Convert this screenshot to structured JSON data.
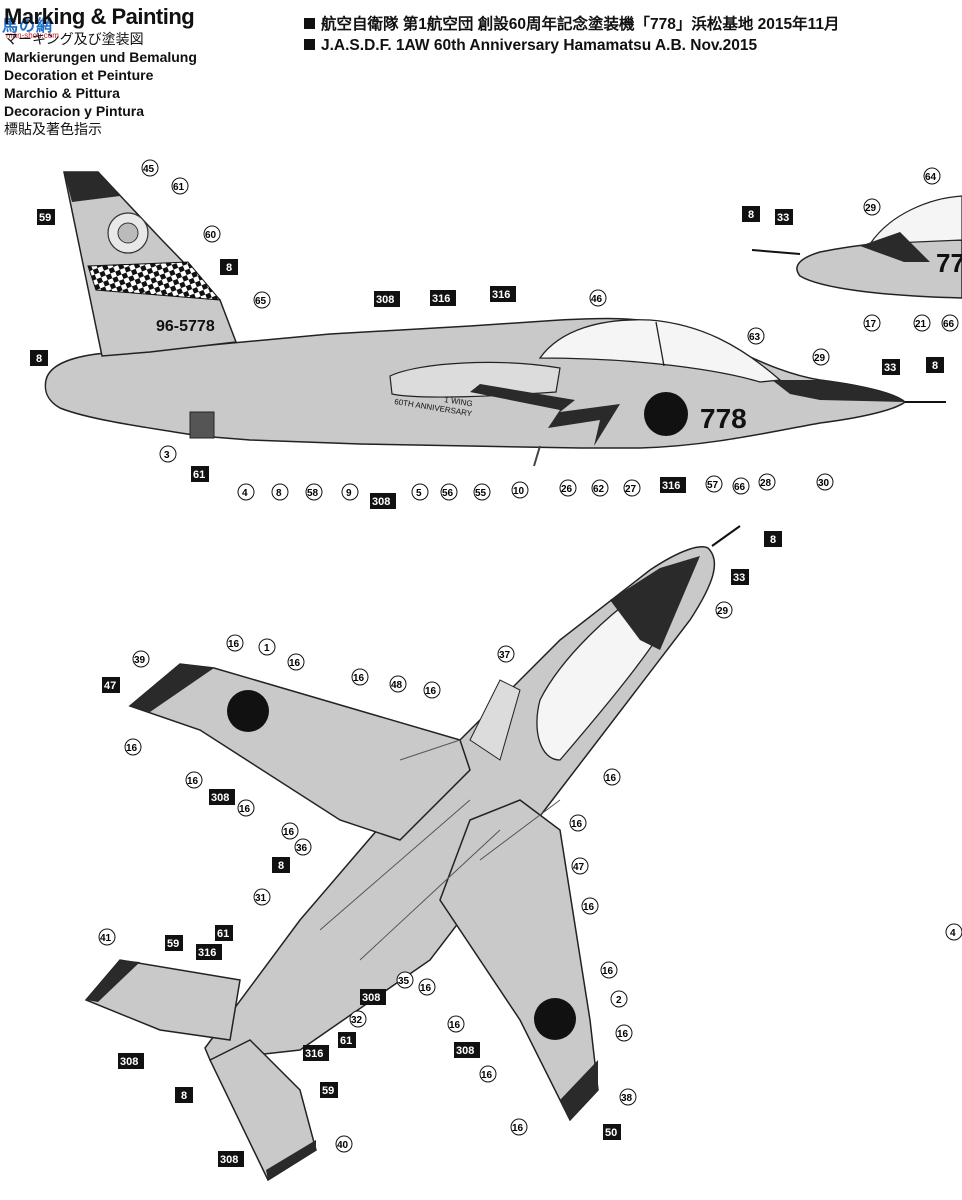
{
  "header": {
    "title": "Marking & Painting",
    "languages": [
      "マーキング及び塗装図",
      "Markierungen und Bemalung",
      "Decoration et Peinture",
      "Marchio & Pittura",
      "Decoracion y Pintura",
      "標貼及著色指示"
    ],
    "subject_jp": "航空自衛隊 第1航空団 創設60周年記念塗装機「778」浜松基地 2015年11月",
    "subject_en": "J.A.S.D.F. 1AW 60th Anniversary Hamamatsu A.B. Nov.2015"
  },
  "watermark": {
    "text": "馬の網",
    "url": "man-shou.com"
  },
  "side_view": {
    "tail_serial": "96-5778",
    "nose_number": "778",
    "fuselage_text_1": "1 WING",
    "fuselage_text_2": "60TH ANNIVERSARY",
    "decal_callouts": [
      "45",
      "61",
      "60",
      "65",
      "46",
      "64",
      "29",
      "63",
      "29",
      "3",
      "4",
      "8",
      "58",
      "9",
      "5",
      "56",
      "55",
      "10",
      "26",
      "62",
      "27",
      "57",
      "66",
      "28",
      "30",
      "17",
      "21",
      "66"
    ],
    "paint_callouts": [
      "59",
      "8",
      "8",
      "308",
      "316",
      "316",
      "8",
      "33",
      "33",
      "8",
      "61",
      "308",
      "316"
    ]
  },
  "planform_view": {
    "decal_callouts": [
      "16",
      "1",
      "16",
      "39",
      "16",
      "48",
      "16",
      "37",
      "16",
      "16",
      "16",
      "16",
      "16",
      "36",
      "47",
      "16",
      "31",
      "16",
      "35",
      "16",
      "16",
      "41",
      "32",
      "16",
      "2",
      "16",
      "16",
      "38",
      "16",
      "40",
      "29"
    ],
    "paint_callouts": [
      "47",
      "308",
      "8",
      "61",
      "59",
      "316",
      "308",
      "61",
      "316",
      "308",
      "308",
      "8",
      "59",
      "308",
      "50",
      "8",
      "33"
    ]
  },
  "colors": {
    "hinomaru": "#111111",
    "aircraft_gray": "#c9c9c9",
    "dark_trim": "#2a2a2a",
    "paint_box": "#111111"
  }
}
